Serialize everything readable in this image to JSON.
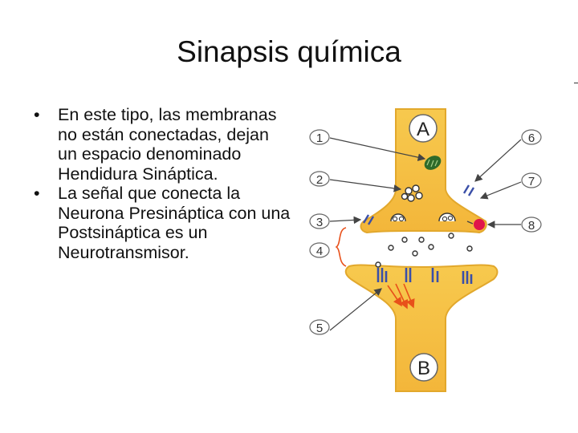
{
  "slide": {
    "title": "Sinapsis química",
    "bullets": [
      "En este tipo, las membranas no están conectadas, dejan un espacio denominado Hendidura Sináptica.",
      "La señal que conecta la Neurona Presináptica con una Postsináptica es un Neurotransmisor."
    ]
  },
  "diagram": {
    "neuron_top_label": "A",
    "neuron_bottom_label": "B",
    "callouts": [
      "1",
      "2",
      "3",
      "4",
      "5",
      "6",
      "7",
      "8"
    ],
    "colors": {
      "neuron_fill": "#f6c64a",
      "neuron_edge": "#e0a528",
      "receptor": "#3a4fa8",
      "vesicle": "#ffffff",
      "arrow": "#444444",
      "signal_arrow": "#e8501a",
      "highlight": "#e0154a",
      "mitochondria": "#2f6a2a"
    }
  }
}
